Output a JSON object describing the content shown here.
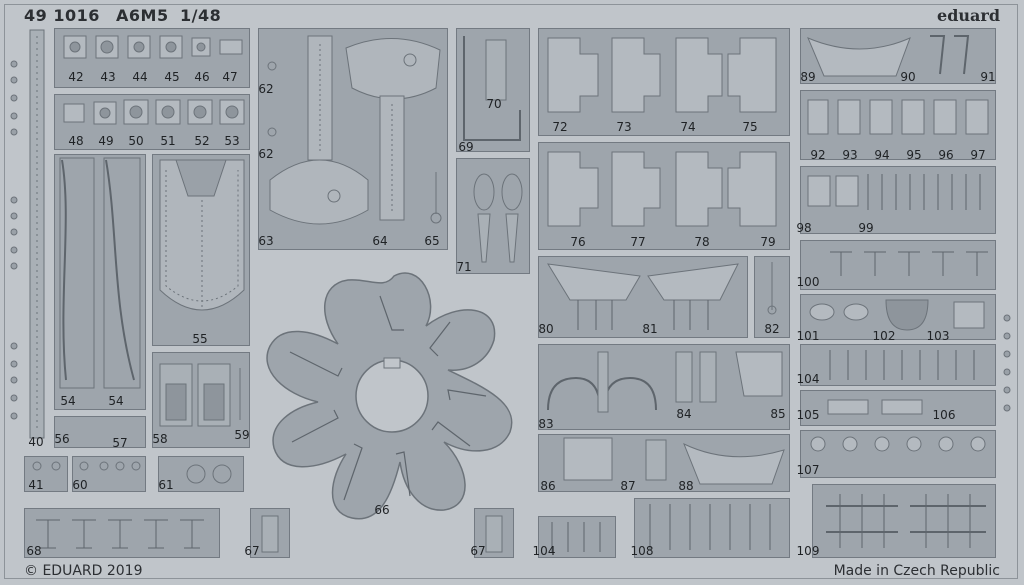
{
  "header": {
    "catalog_number": "49 1016",
    "aircraft": "A6M5",
    "scale": "1/48",
    "brand": "eduard"
  },
  "footer": {
    "copyright": "© EDUARD 2019",
    "origin": "Made in Czech Republic"
  },
  "parts": [
    {
      "id": "p40",
      "label": "40"
    },
    {
      "id": "p41",
      "label": "41"
    },
    {
      "id": "p42",
      "label": "42"
    },
    {
      "id": "p43",
      "label": "43"
    },
    {
      "id": "p44",
      "label": "44"
    },
    {
      "id": "p45",
      "label": "45"
    },
    {
      "id": "p46",
      "label": "46"
    },
    {
      "id": "p47",
      "label": "47"
    },
    {
      "id": "p48",
      "label": "48"
    },
    {
      "id": "p49",
      "label": "49"
    },
    {
      "id": "p50",
      "label": "50"
    },
    {
      "id": "p51",
      "label": "51"
    },
    {
      "id": "p52",
      "label": "52"
    },
    {
      "id": "p53",
      "label": "53"
    },
    {
      "id": "p54a",
      "label": "54"
    },
    {
      "id": "p54b",
      "label": "54"
    },
    {
      "id": "p55",
      "label": "55"
    },
    {
      "id": "p56",
      "label": "56"
    },
    {
      "id": "p57",
      "label": "57"
    },
    {
      "id": "p58",
      "label": "58"
    },
    {
      "id": "p59",
      "label": "59"
    },
    {
      "id": "p60",
      "label": "60"
    },
    {
      "id": "p61",
      "label": "61"
    },
    {
      "id": "p62a",
      "label": "62"
    },
    {
      "id": "p62b",
      "label": "62"
    },
    {
      "id": "p63",
      "label": "63"
    },
    {
      "id": "p64",
      "label": "64"
    },
    {
      "id": "p65",
      "label": "65"
    },
    {
      "id": "p66",
      "label": "66"
    },
    {
      "id": "p67a",
      "label": "67"
    },
    {
      "id": "p67b",
      "label": "67"
    },
    {
      "id": "p68",
      "label": "68"
    },
    {
      "id": "p69",
      "label": "69"
    },
    {
      "id": "p70",
      "label": "70"
    },
    {
      "id": "p71",
      "label": "71"
    },
    {
      "id": "p72",
      "label": "72"
    },
    {
      "id": "p73",
      "label": "73"
    },
    {
      "id": "p74",
      "label": "74"
    },
    {
      "id": "p75",
      "label": "75"
    },
    {
      "id": "p76",
      "label": "76"
    },
    {
      "id": "p77",
      "label": "77"
    },
    {
      "id": "p78",
      "label": "78"
    },
    {
      "id": "p79",
      "label": "79"
    },
    {
      "id": "p80",
      "label": "80"
    },
    {
      "id": "p81",
      "label": "81"
    },
    {
      "id": "p82",
      "label": "82"
    },
    {
      "id": "p83",
      "label": "83"
    },
    {
      "id": "p84",
      "label": "84"
    },
    {
      "id": "p85",
      "label": "85"
    },
    {
      "id": "p86",
      "label": "86"
    },
    {
      "id": "p87",
      "label": "87"
    },
    {
      "id": "p88",
      "label": "88"
    },
    {
      "id": "p89",
      "label": "89"
    },
    {
      "id": "p90",
      "label": "90"
    },
    {
      "id": "p91",
      "label": "91"
    },
    {
      "id": "p92",
      "label": "92"
    },
    {
      "id": "p93",
      "label": "93"
    },
    {
      "id": "p94",
      "label": "94"
    },
    {
      "id": "p95",
      "label": "95"
    },
    {
      "id": "p96",
      "label": "96"
    },
    {
      "id": "p97",
      "label": "97"
    },
    {
      "id": "p98",
      "label": "98"
    },
    {
      "id": "p99",
      "label": "99"
    },
    {
      "id": "p100",
      "label": "100"
    },
    {
      "id": "p101",
      "label": "101"
    },
    {
      "id": "p102",
      "label": "102"
    },
    {
      "id": "p103",
      "label": "103"
    },
    {
      "id": "p104a",
      "label": "104"
    },
    {
      "id": "p104b",
      "label": "104"
    },
    {
      "id": "p105",
      "label": "105"
    },
    {
      "id": "p106",
      "label": "106"
    },
    {
      "id": "p107",
      "label": "107"
    },
    {
      "id": "p108",
      "label": "108"
    },
    {
      "id": "p109",
      "label": "109"
    }
  ]
}
